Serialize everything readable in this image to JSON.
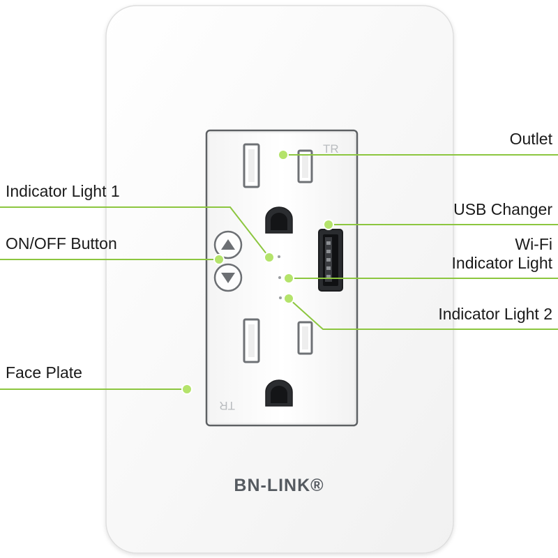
{
  "labels": {
    "outlet": "Outlet",
    "indicator_light_1": "Indicator Light 1",
    "usb_changer": "USB Changer",
    "on_off_button": "ON/OFF Button",
    "wifi_indicator_line1": "Wi-Fi",
    "wifi_indicator_line2": "Indicator Light",
    "indicator_light_2": "Indicator Light 2",
    "face_plate": "Face Plate"
  },
  "device": {
    "tr_mark_top": "TR",
    "tr_mark_bottom": "TR",
    "brand_logo": "BN-LINK®"
  },
  "colors": {
    "callout_line": "#8cc63f",
    "callout_dot": "#9dd64a",
    "plate": "#fbfbfb",
    "plate_border": "#dcdcdc",
    "logo": "#555a60"
  }
}
